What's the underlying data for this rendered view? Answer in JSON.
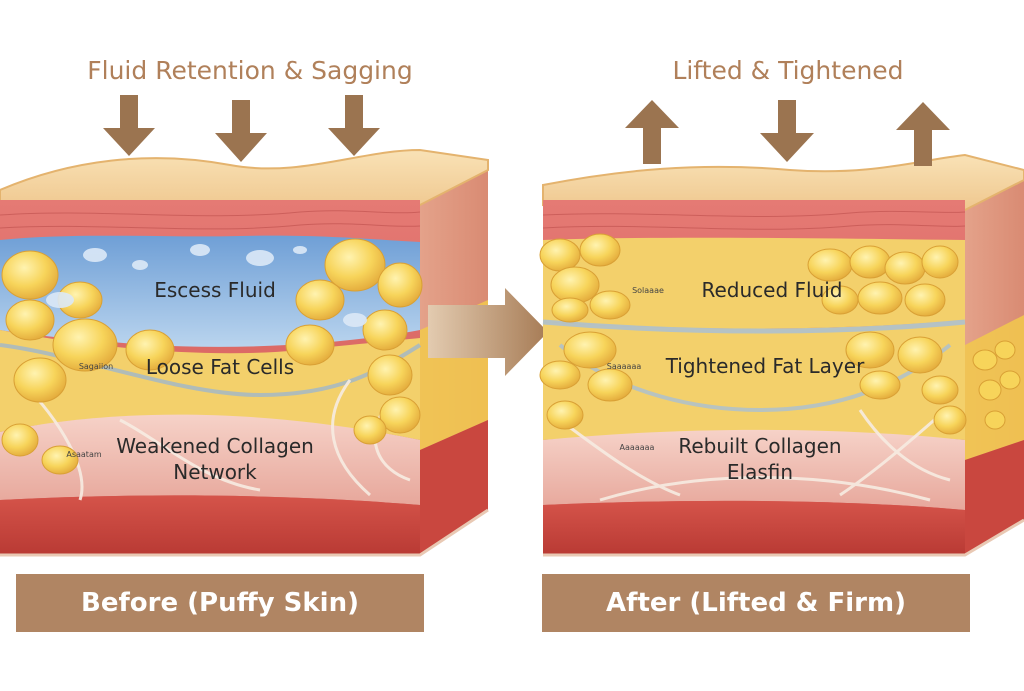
{
  "before": {
    "heading": "Fluid Retention & Sagging",
    "labels": {
      "fluid": "Escess Fluid",
      "fat": "Loose Fat Cells",
      "collagen_line1": "Weakened Collagen",
      "collagen_line2": "Network",
      "tiny_fat": "Sagaiion",
      "tiny_collagen": "Asaatam"
    },
    "caption": "Before (Puffy Skin)",
    "arrow_directions": [
      "down",
      "down",
      "down"
    ]
  },
  "after": {
    "heading": "Lifted & Tightened",
    "labels": {
      "fluid": "Reduced Fluid",
      "fat": "Tightened Fat Layer",
      "collagen_line1": "Rebuilt Collagen",
      "collagen_line2": "Elasfin",
      "tiny_fluid": "Solaaae",
      "tiny_fat": "Saaaaaa",
      "tiny_collagen": "Aaaaaaa"
    },
    "caption": "After (Lifted & Firm)",
    "arrow_directions": [
      "up",
      "down",
      "up"
    ]
  },
  "colors": {
    "arrow": "#9b7450",
    "caption_bg": "#b08563",
    "heading": "#b0805a",
    "skin_top": "#f2cf98",
    "dermis": "#d9605e",
    "fluid": "#8bb6df",
    "fat": "#f5cc4a",
    "muscle": "#c9473f"
  }
}
